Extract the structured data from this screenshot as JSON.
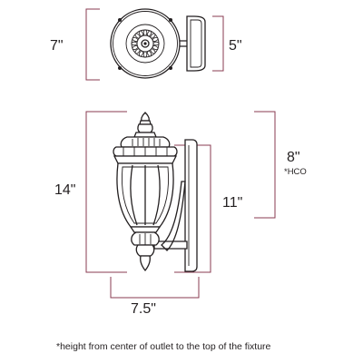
{
  "dimensions": {
    "top_depth": "7\"",
    "plate_height_top": "5\"",
    "overall_height": "14\"",
    "body_height": "11\"",
    "hco": "8\"",
    "hco_label": "*HCO",
    "width": "7.5\""
  },
  "footnote": "*height from center of outlet to the top of the fixture",
  "colors": {
    "line": "#231f20",
    "dimension": "#8a3b52"
  }
}
